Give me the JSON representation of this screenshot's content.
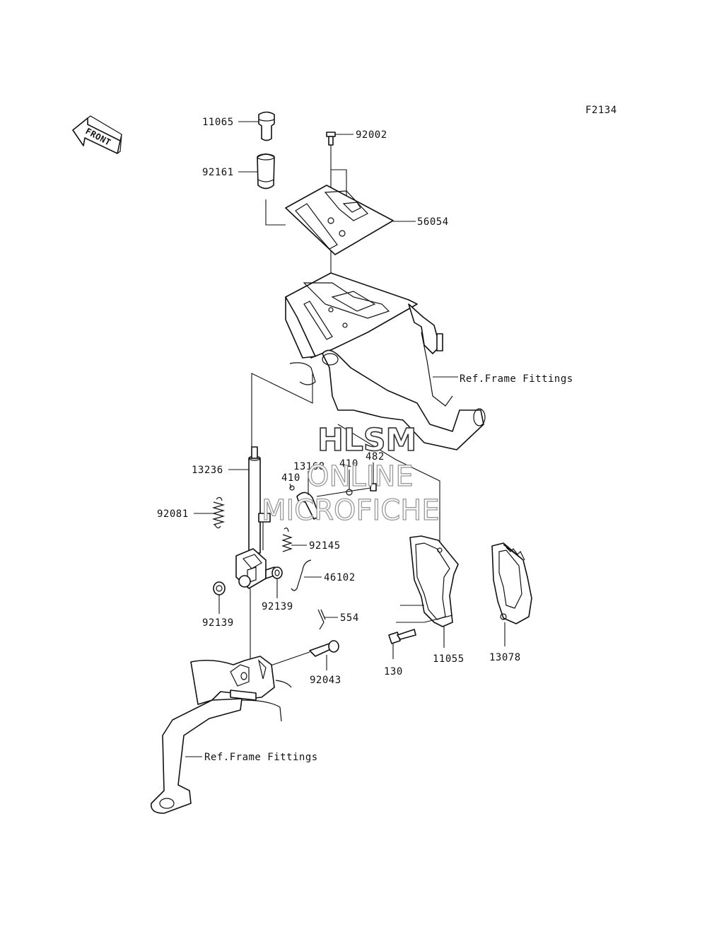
{
  "diagram": {
    "figure_code": "F2134",
    "front_arrow": "FRONT",
    "ref_label": "Ref.Frame Fittings",
    "watermark": {
      "line1": "HLSM",
      "line2": "ONLINE",
      "line3": "MICROFICHE"
    },
    "parts": {
      "p11065": "11065",
      "p92002": "92002",
      "p92161": "92161",
      "p56054": "56054",
      "p13236": "13236",
      "p13168": "13168",
      "p410a": "410",
      "p410b": "410",
      "p482": "482",
      "p92081": "92081",
      "p92145": "92145",
      "p46102": "46102",
      "p92139a": "92139",
      "p92139b": "92139",
      "p554": "554",
      "p92043": "92043",
      "p130": "130",
      "p11055": "11055",
      "p13078": "13078"
    }
  }
}
